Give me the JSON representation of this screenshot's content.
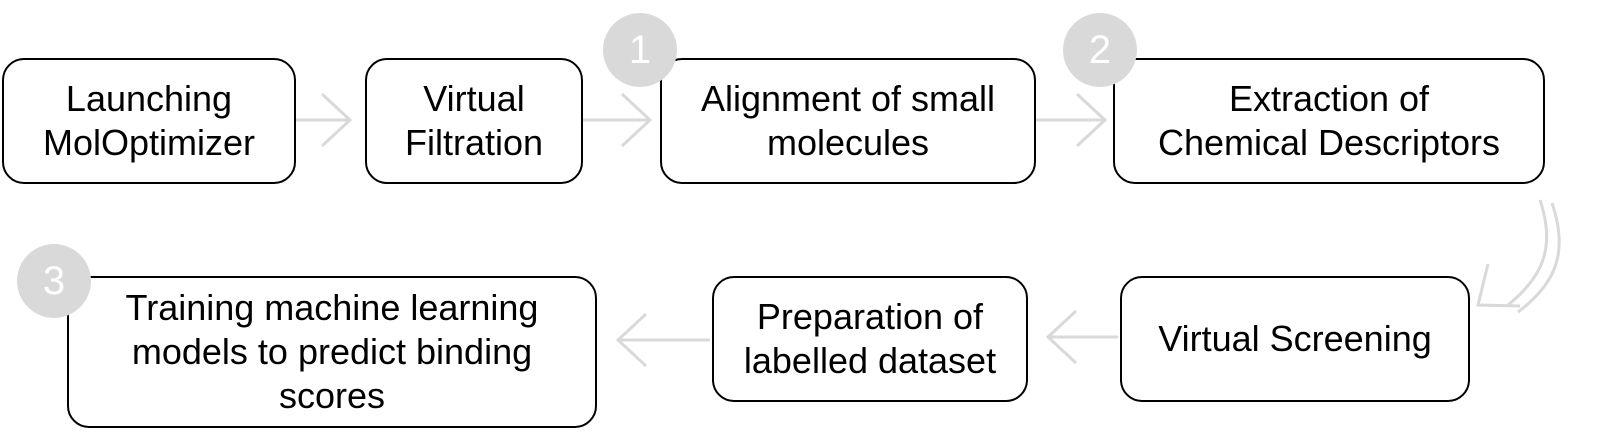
{
  "diagram": {
    "steps": [
      {
        "label": "Launching\nMolOptimizer"
      },
      {
        "label": "Virtual\nFiltration"
      },
      {
        "label": "Alignment of small\nmolecules"
      },
      {
        "label": "Extraction of\nChemical Descriptors"
      },
      {
        "label": "Virtual Screening"
      },
      {
        "label": "Preparation of\nlabelled dataset"
      },
      {
        "label": "Training machine learning\nmodels to predict binding\nscores"
      }
    ],
    "badges": [
      "1",
      "2",
      "3"
    ],
    "colors": {
      "box_border": "#000000",
      "arrow": "#d9d9d9",
      "badge": "#d9d9d9",
      "badge_text": "#ffffff"
    }
  }
}
